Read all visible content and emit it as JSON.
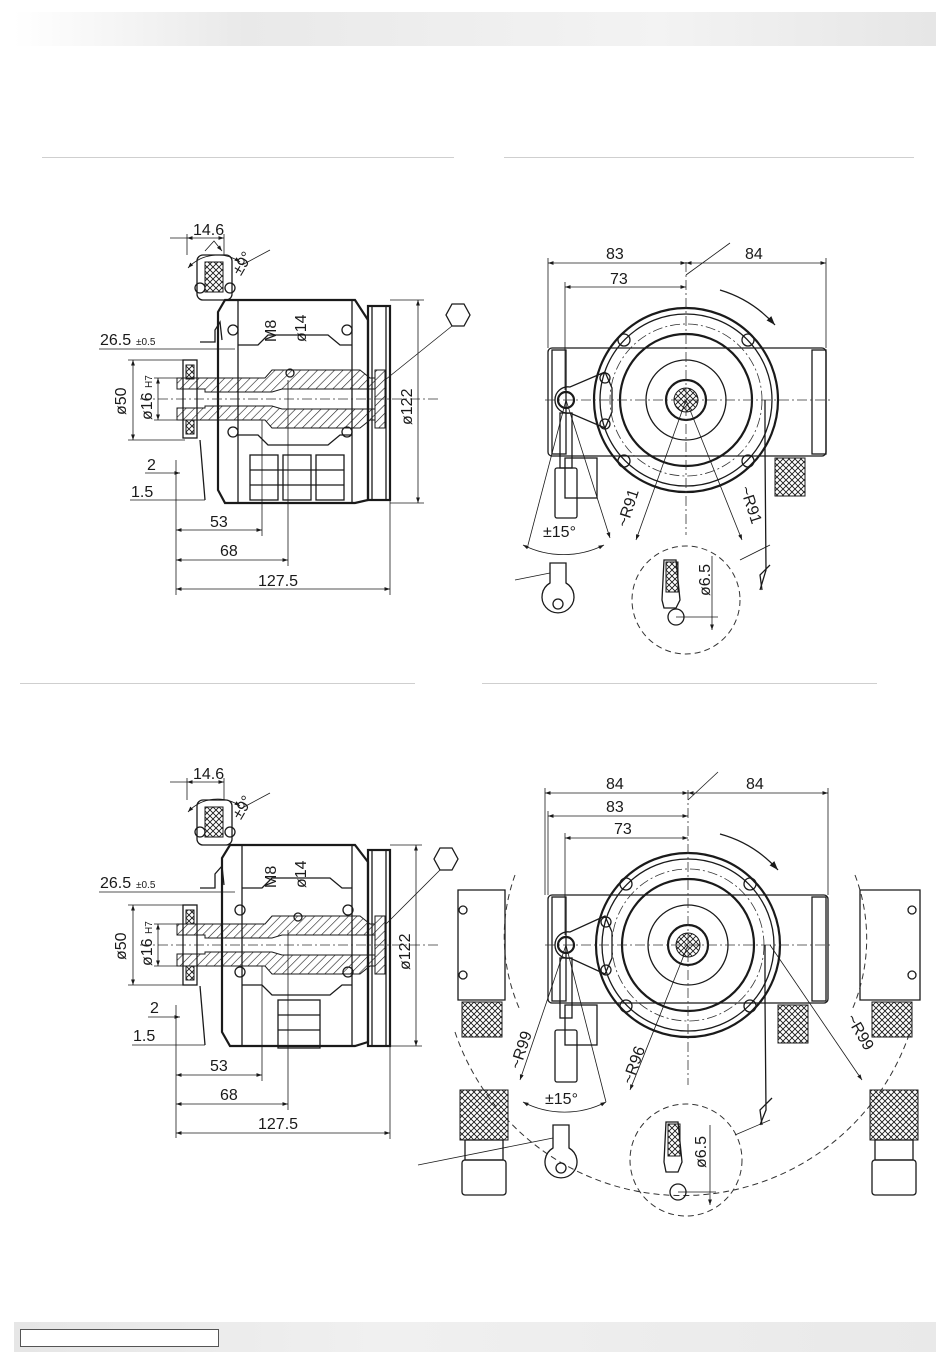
{
  "header_band": "",
  "footer_label": "",
  "views": {
    "side_top": {
      "dims": {
        "d14_6": "14.6",
        "d9deg": "±9°",
        "d26_5": "26.5",
        "d26_5_tol": "±0.5",
        "d50": "ø50",
        "d16": "ø16",
        "d16_fit": "H7",
        "m8": "M8",
        "d14": "ø14",
        "d122": "ø122",
        "d2": "2",
        "d1_5": "1.5",
        "d53": "53",
        "d68": "68",
        "d127_5": "127.5"
      }
    },
    "front_top": {
      "dims": {
        "d83": "83",
        "d84": "84",
        "d73": "73",
        "r91a": "~R91",
        "r91b": "~R91",
        "ang15": "±15°",
        "d6_5": "ø6.5"
      }
    },
    "side_bottom": {
      "dims": {
        "d14_6": "14.6",
        "d9deg": "±9°",
        "d26_5": "26.5",
        "d26_5_tol": "±0.5",
        "d50": "ø50",
        "d16": "ø16",
        "d16_fit": "H7",
        "m8": "M8",
        "d14": "ø14",
        "d122": "ø122",
        "d2": "2",
        "d1_5": "1.5",
        "d53": "53",
        "d68": "68",
        "d127_5": "127.5"
      }
    },
    "front_bottom": {
      "dims": {
        "d84a": "84",
        "d84b": "84",
        "d83": "83",
        "d73": "73",
        "r99a": "~R99",
        "r96": "~R96",
        "r99b": "~R99",
        "ang15": "±15°",
        "d6_5": "ø6.5"
      }
    }
  }
}
